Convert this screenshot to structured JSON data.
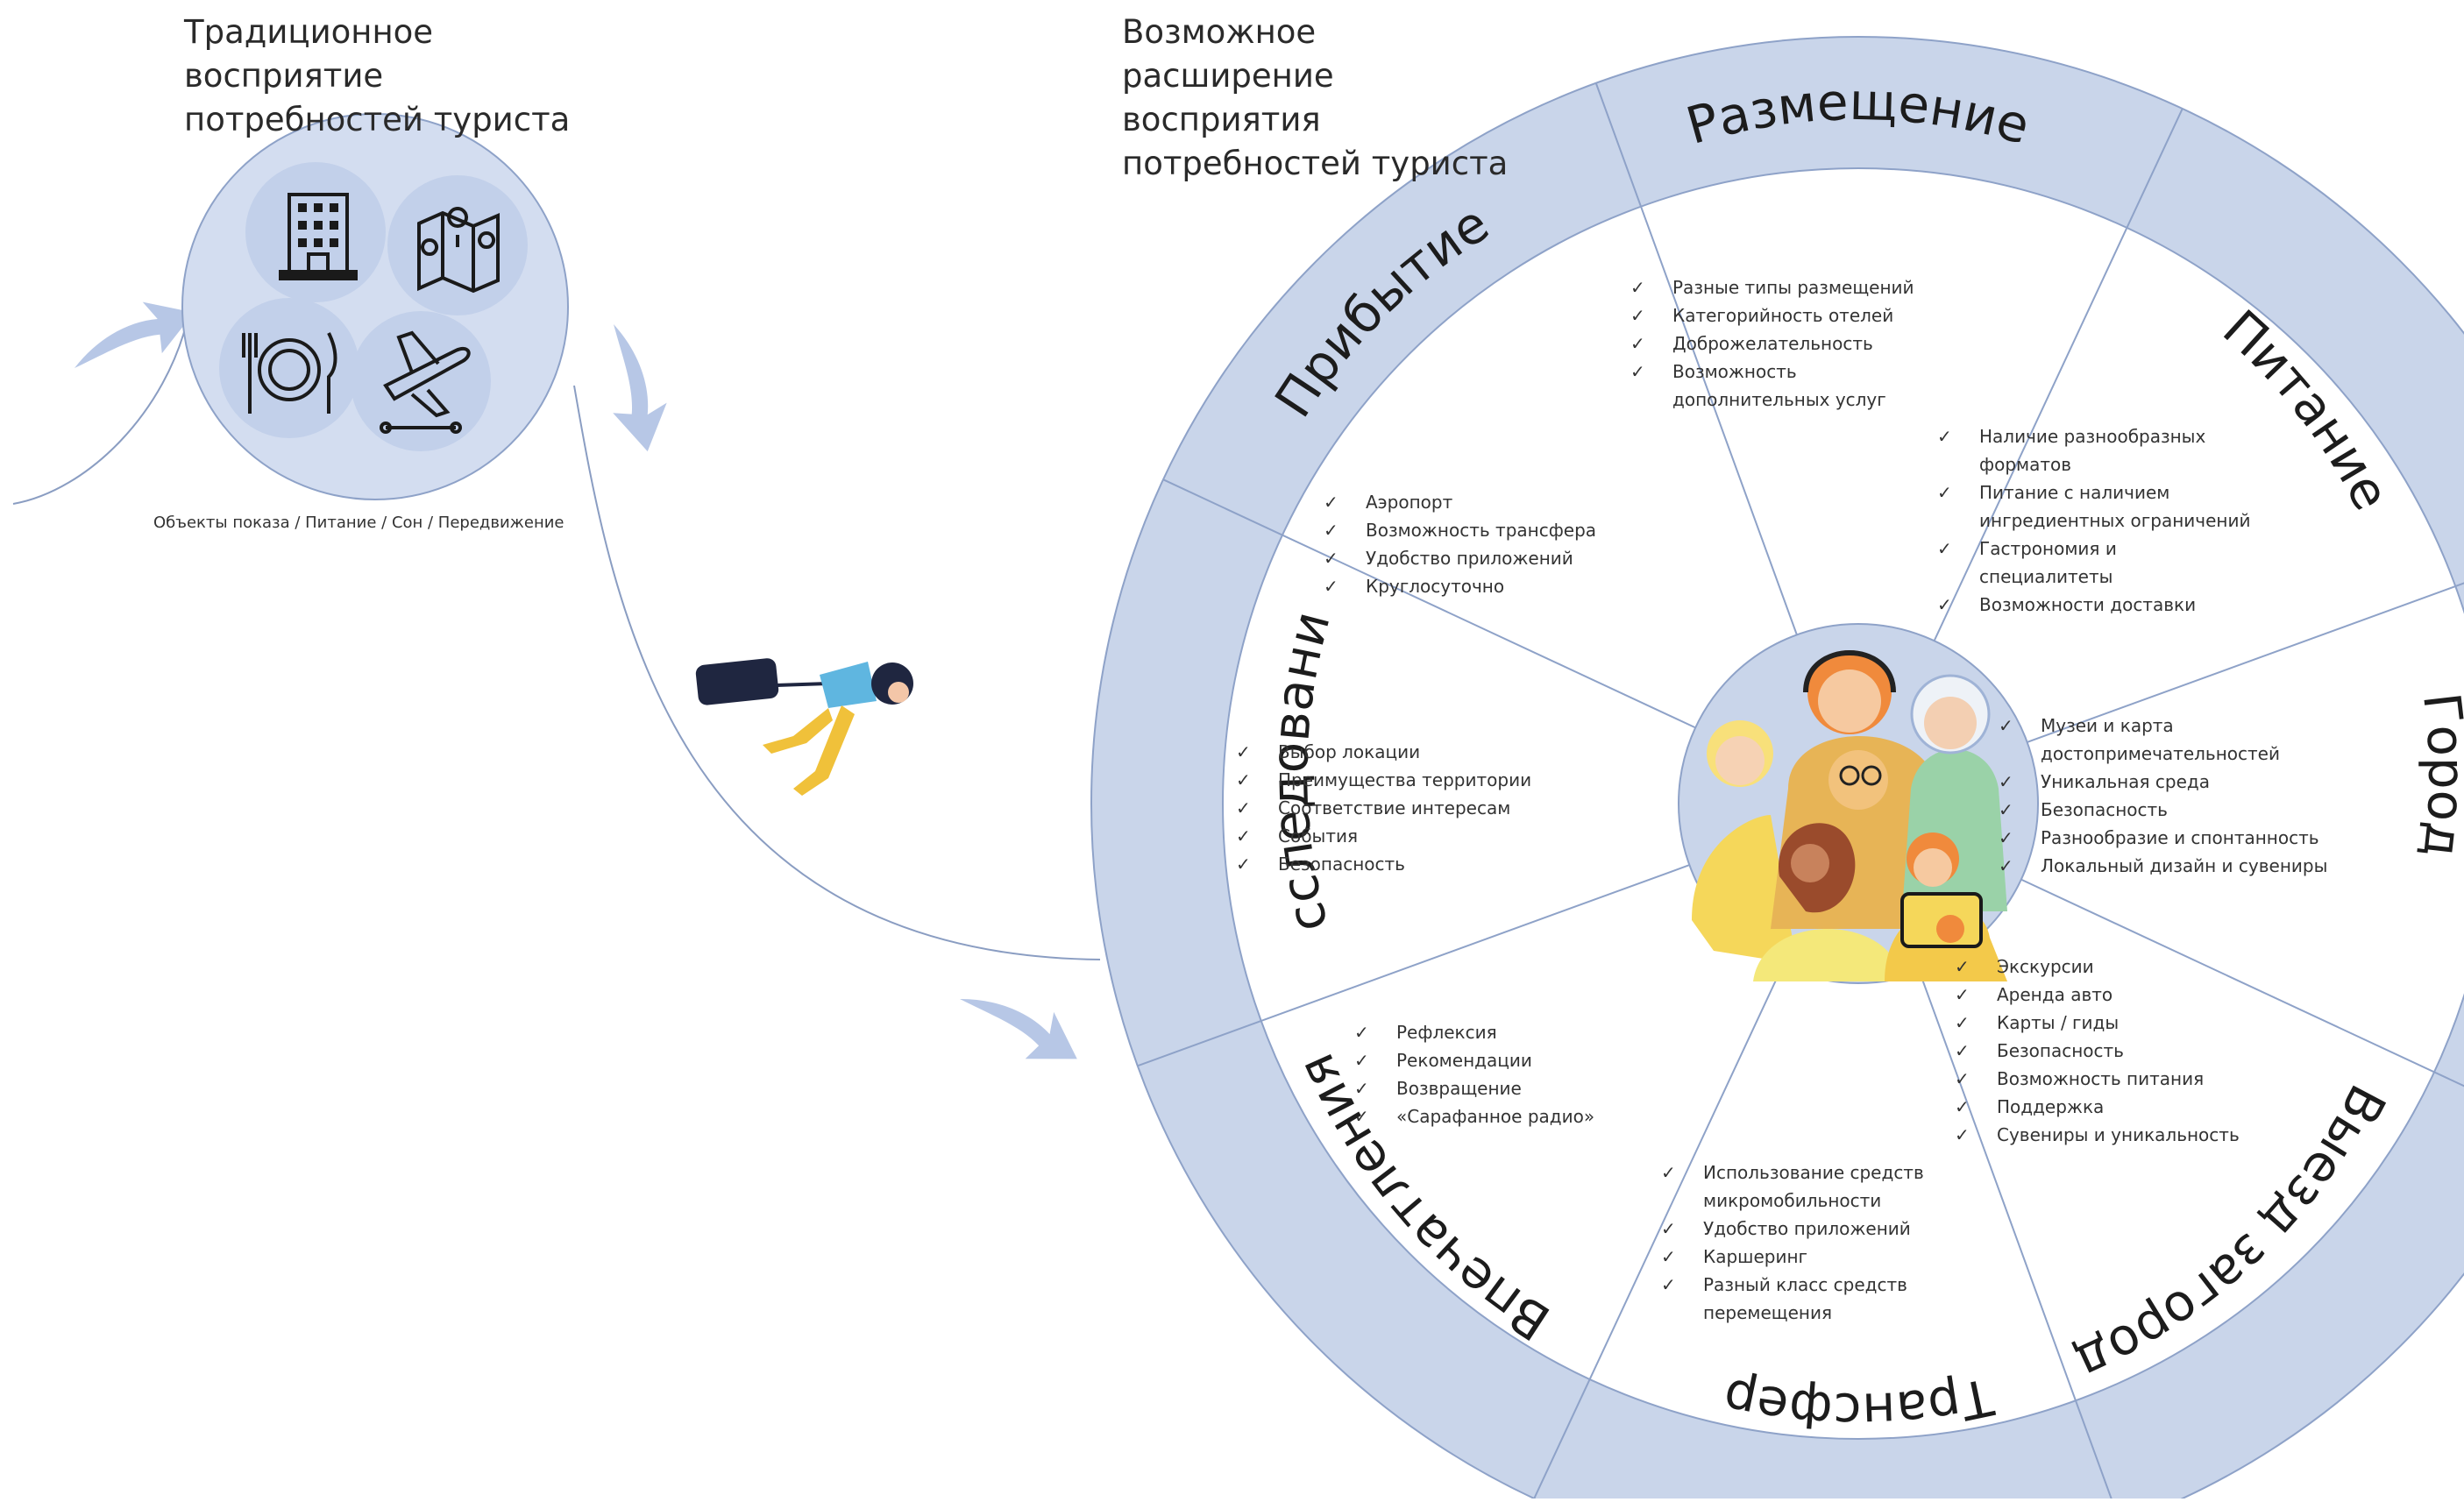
{
  "left_title": [
    "Традиционное",
    "восприятие",
    "потребностей туриста"
  ],
  "right_title": [
    "Возможное",
    "расширение",
    "восприятия",
    "потребностей туриста"
  ],
  "traditional_caption": "Объекты показа / Питание / Сон / Передвижение",
  "traditional_icons": [
    "hotel-icon",
    "map-icon",
    "plate-icon",
    "plane-icon"
  ],
  "colors": {
    "ring": "#c9d5ea",
    "stroke": "#8ea2c8",
    "arrow": "#b7c7e6",
    "icon_bg": "#c2d0ea",
    "center_bg": "#c9d5ea"
  },
  "wheel": {
    "segments": [
      {
        "label": "Размещение",
        "items": [
          "Разные типы размещений",
          "Категорийность отелей",
          "Доброжелательность",
          "Возможность",
          "дополнительных услуг"
        ],
        "checks": [
          true,
          true,
          true,
          true,
          false
        ]
      },
      {
        "label": "Питание",
        "items": [
          "Наличие разнообразных",
          "форматов",
          "Питание с наличием",
          "ингредиентных ограничений",
          "Гастрономия и",
          "специалитеты",
          "Возможности доставки"
        ],
        "checks": [
          true,
          false,
          true,
          false,
          true,
          false,
          true
        ]
      },
      {
        "label": "Город",
        "items": [
          "Музеи и карта",
          "достопримечательностей",
          "Уникальная среда",
          "Безопасность",
          "Разнообразие и спонтанность",
          "Локальный дизайн и сувениры"
        ],
        "checks": [
          true,
          false,
          true,
          true,
          true,
          true
        ]
      },
      {
        "label": "Выезд загород",
        "items": [
          "Экскурсии",
          "Аренда авто",
          "Карты / гиды",
          "Безопасность",
          "Возможность питания",
          "Поддержка",
          "Сувениры и уникальность"
        ],
        "checks": [
          true,
          true,
          true,
          true,
          true,
          true,
          true
        ]
      },
      {
        "label": "Трансфер",
        "items": [
          "Использование средств",
          "микромобильности",
          "Удобство приложений",
          "Каршеринг",
          "Разный класс средств",
          "перемещения"
        ],
        "checks": [
          true,
          false,
          true,
          true,
          true,
          false
        ]
      },
      {
        "label": "Впечатления",
        "items": [
          "Рефлексия",
          "Рекомендации",
          "Возвращение",
          "«Сарафанное радио»"
        ],
        "checks": [
          true,
          true,
          true,
          true
        ]
      },
      {
        "label": "Исследование",
        "items": [
          "Выбор локации",
          "Преимущества территории",
          "Соответствие интересам",
          "События",
          "Безопасность"
        ],
        "checks": [
          true,
          true,
          true,
          true,
          true
        ]
      },
      {
        "label": "Прибытие",
        "items": [
          "Аэропорт",
          "Возможность трансфера",
          "Удобство приложений",
          "Круглосуточно"
        ],
        "checks": [
          true,
          true,
          true,
          true
        ]
      }
    ]
  }
}
